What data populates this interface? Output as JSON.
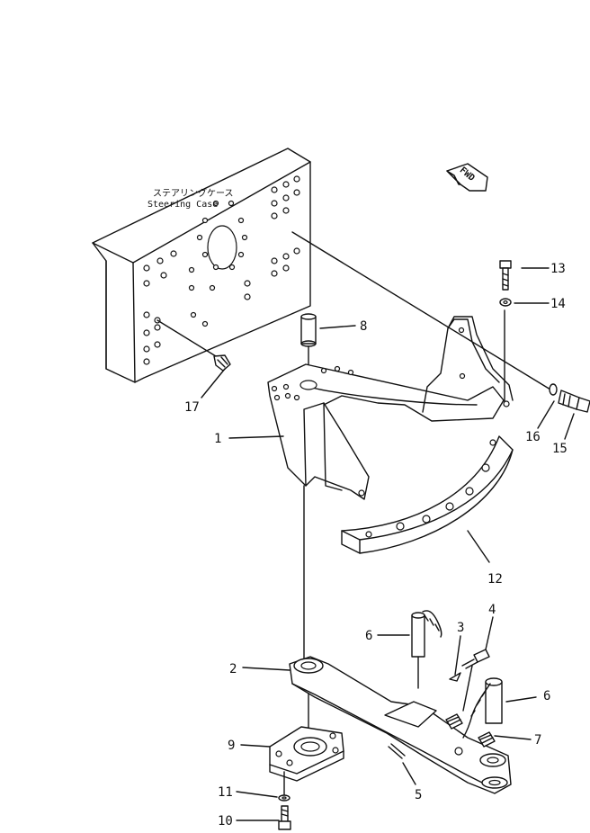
{
  "case_label": {
    "japanese": "ステアリングケース",
    "english": "Steering Case"
  },
  "fwd_label": "FWD",
  "callouts": {
    "p1": "1",
    "p2": "2",
    "p3": "3",
    "p4": "4",
    "p5": "5",
    "p6a": "6",
    "p6b": "6",
    "p7": "7",
    "p8": "8",
    "p9": "9",
    "p10": "10",
    "p11": "11",
    "p12": "12",
    "p13": "13",
    "p14": "14",
    "p15": "15",
    "p16": "16",
    "p17": "17"
  }
}
